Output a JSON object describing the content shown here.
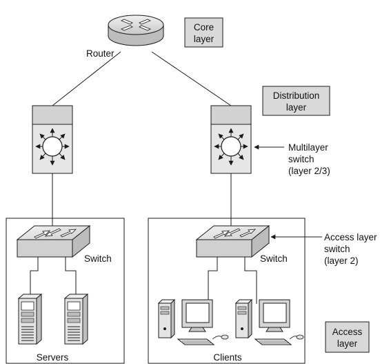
{
  "layers": {
    "core": [
      "Core",
      "layer"
    ],
    "distribution": [
      "Distribution",
      "layer"
    ],
    "access": [
      "Access",
      "layer"
    ]
  },
  "devices": {
    "router": "Router",
    "switch_left": "Switch",
    "switch_right": "Switch",
    "servers": "Servers",
    "clients": "Clients"
  },
  "annotations": {
    "multilayer": [
      "Multilayer",
      "switch",
      "(layer 2/3)"
    ],
    "access_switch": [
      "Access layer",
      "switch",
      "(layer 2)"
    ]
  },
  "colors": {
    "box_fill": "#d9d9d9",
    "device_light": "#e6e6e6",
    "device_mid": "#cfcfcf",
    "line": "#1a1a1a"
  },
  "icons": [
    "router-icon",
    "multilayer-switch-icon",
    "switch-icon",
    "server-icon",
    "desktop-computer-icon"
  ]
}
